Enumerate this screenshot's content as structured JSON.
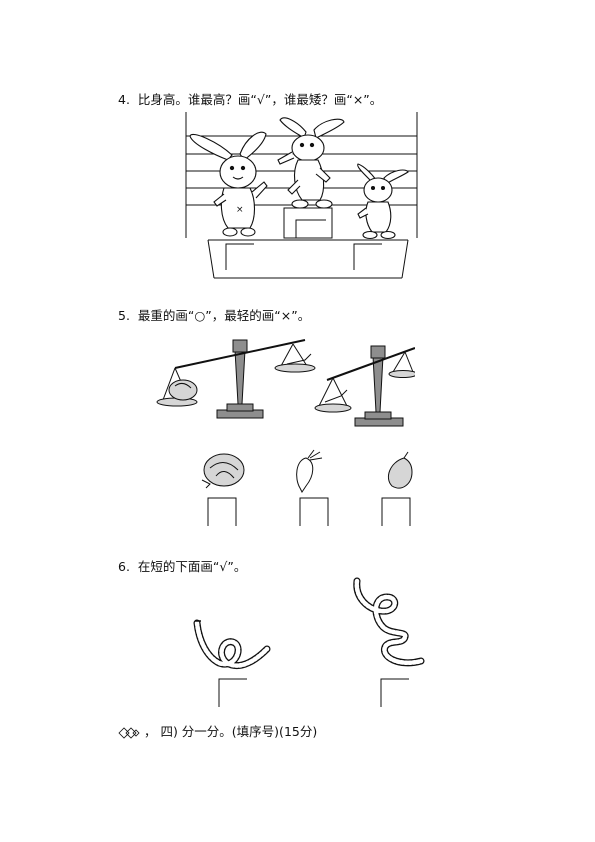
{
  "q4": {
    "number": "4.",
    "text": "比身高。谁最高？画“√”，谁最矮？画“×”。"
  },
  "q5": {
    "number": "5.",
    "text": "最重的画“○”，最轻的画“×”。"
  },
  "q6": {
    "number": "6.",
    "text": "在短的下面画“√”。"
  },
  "section4": {
    "text": "，  四) 分一分。(填序号)(15分)"
  },
  "colors": {
    "ink": "#111111",
    "scale_fill": "#8e8e8e",
    "light_fill": "#d6d6d6"
  },
  "icons": [
    "rabbit",
    "balance-scale",
    "cabbage",
    "radish",
    "eggplant",
    "rope",
    "diamond-pattern"
  ]
}
